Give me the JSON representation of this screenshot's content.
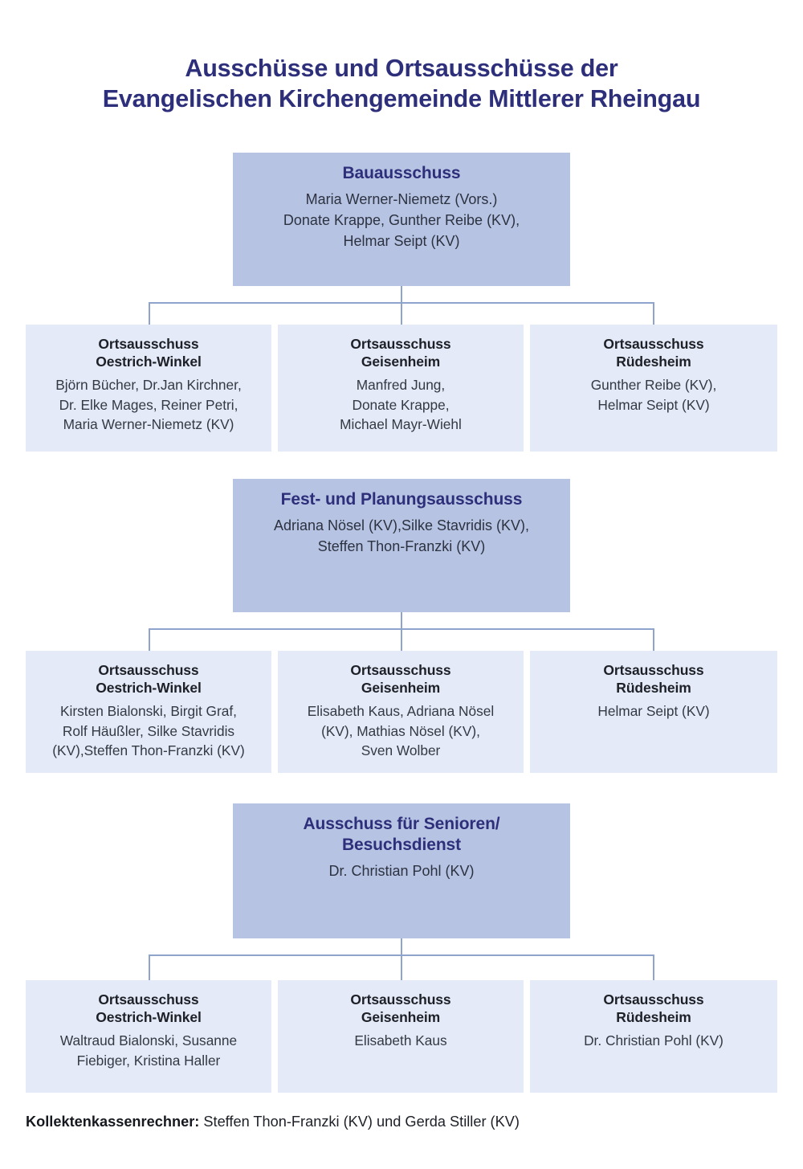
{
  "title": {
    "line1": "Ausschüsse und Ortsausschüsse der",
    "line2": "Evangelischen Kirchengemeinde Mittlerer Rheingau"
  },
  "colors": {
    "title_navy": "#2e2f7a",
    "parent_box_fill": "#b6c3e3",
    "child_box_fill": "#e4eaf7",
    "connector_line": "#8fa4cc",
    "body_text": "#343a44",
    "child_title_text": "#1d2027",
    "page_background": "#ffffff"
  },
  "groups": [
    {
      "parent": {
        "title": "Bauausschuss",
        "members": "Maria Werner-Niemetz (Vors.)\nDonate Krappe, Gunther Reibe (KV),\nHelmar Seipt (KV)"
      },
      "children": [
        {
          "title_line1": "Ortsausschuss",
          "title_line2": "Oestrich-Winkel",
          "members": "Björn Bücher, Dr.Jan Kirchner,\nDr. Elke Mages, Reiner Petri,\nMaria Werner-Niemetz (KV)"
        },
        {
          "title_line1": "Ortsausschuss",
          "title_line2": "Geisenheim",
          "members": "Manfred Jung,\nDonate Krappe,\nMichael Mayr-Wiehl"
        },
        {
          "title_line1": "Ortsausschuss",
          "title_line2": "Rüdesheim",
          "members": "Gunther Reibe (KV),\nHelmar Seipt (KV)"
        }
      ]
    },
    {
      "parent": {
        "title": "Fest- und Planungsausschuss",
        "members": "Adriana Nösel (KV),Silke Stavridis (KV),\nSteffen Thon-Franzki (KV)"
      },
      "children": [
        {
          "title_line1": "Ortsausschuss",
          "title_line2": "Oestrich-Winkel",
          "members": "Kirsten Bialonski, Birgit Graf,\nRolf Häußler, Silke Stavridis\n(KV),Steffen Thon-Franzki (KV)"
        },
        {
          "title_line1": "Ortsausschuss",
          "title_line2": "Geisenheim",
          "members": "Elisabeth Kaus, Adriana Nösel\n(KV), Mathias Nösel (KV),\nSven Wolber"
        },
        {
          "title_line1": "Ortsausschuss",
          "title_line2": "Rüdesheim",
          "members": "Helmar Seipt (KV)"
        }
      ]
    },
    {
      "parent": {
        "title_line1": "Ausschuss für Senioren/",
        "title_line2": "Besuchsdienst",
        "members": "Dr. Christian Pohl (KV)"
      },
      "children": [
        {
          "title_line1": "Ortsausschuss",
          "title_line2": "Oestrich-Winkel",
          "members": "Waltraud Bialonski, Susanne\nFiebiger, Kristina Haller"
        },
        {
          "title_line1": "Ortsausschuss",
          "title_line2": "Geisenheim",
          "members": "Elisabeth Kaus"
        },
        {
          "title_line1": "Ortsausschuss",
          "title_line2": "Rüdesheim",
          "members": "Dr. Christian Pohl (KV)"
        }
      ]
    }
  ],
  "footer": {
    "label": "Kollektenkassenrechner:",
    "value": " Steffen Thon-Franzki (KV) und Gerda Stiller (KV)"
  }
}
